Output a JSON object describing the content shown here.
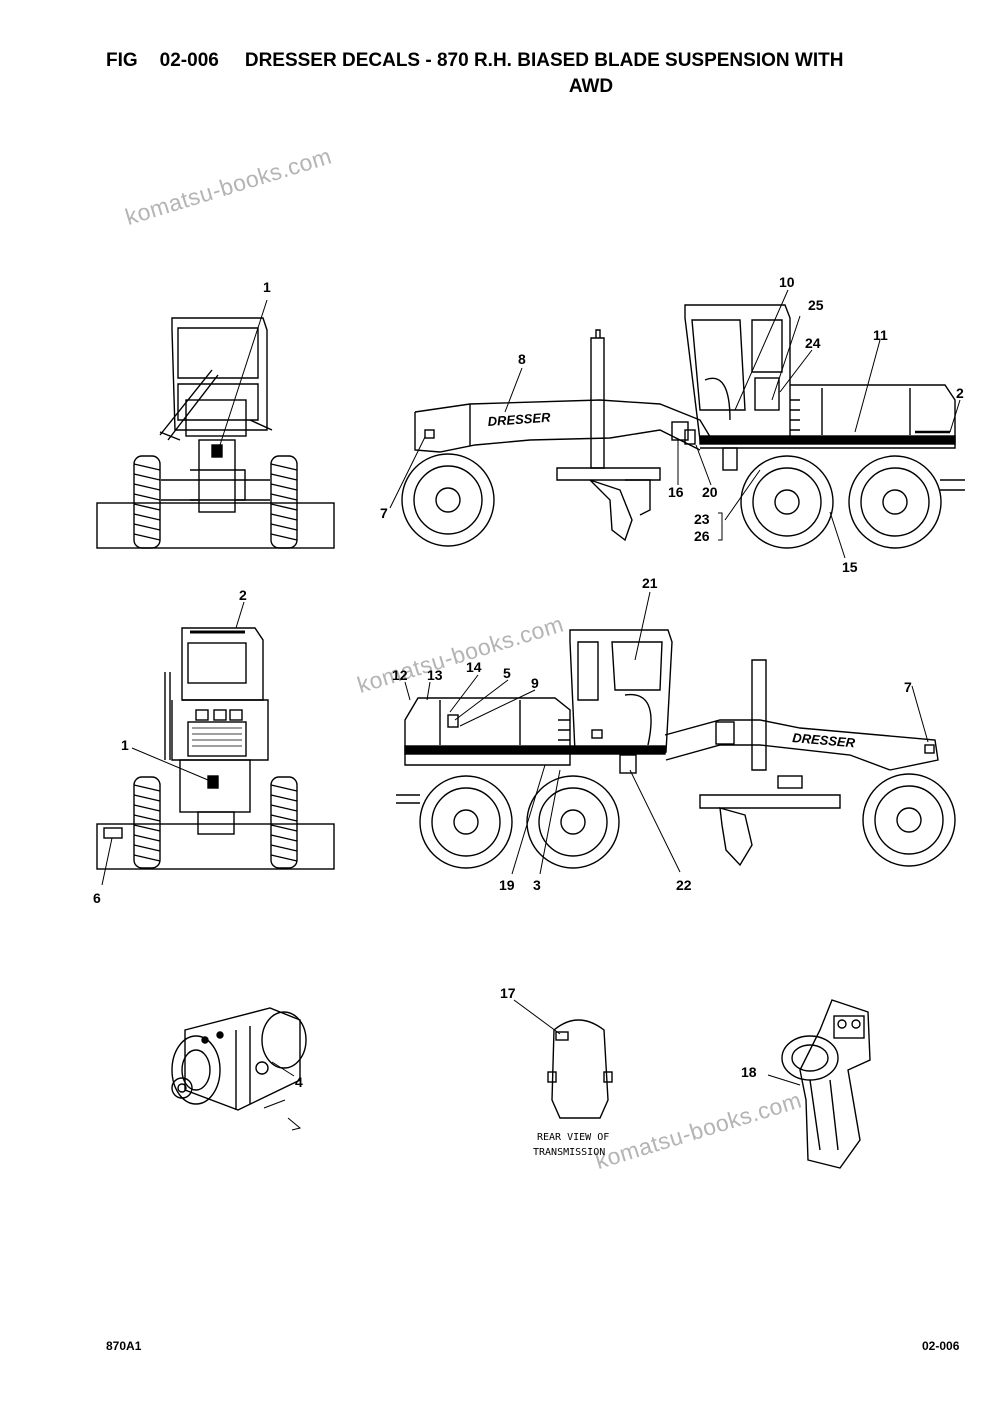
{
  "header": {
    "fig_label": "FIG",
    "fig_number": "02-006",
    "title_line1": "DRESSER DECALS - 870 R.H. BIASED BLADE SUSPENSION WITH",
    "title_line2": "AWD"
  },
  "watermark": "komatsu-books.com",
  "footer": {
    "model": "870A1",
    "page": "02-006"
  },
  "brand_decal": "DRESSER",
  "transmission_caption": {
    "line1": "REAR VIEW OF",
    "line2": "TRANSMISSION"
  },
  "callouts": {
    "front_view": [
      "1"
    ],
    "side_view_right": [
      "10",
      "25",
      "24",
      "11",
      "2",
      "8",
      "7",
      "16",
      "20",
      "23",
      "26",
      "15"
    ],
    "rear_view": [
      "2",
      "1",
      "6"
    ],
    "side_view_left": [
      "21",
      "12",
      "13",
      "14",
      "5",
      "9",
      "7",
      "19",
      "3",
      "22"
    ],
    "detail_views": [
      "4",
      "17",
      "18"
    ]
  }
}
